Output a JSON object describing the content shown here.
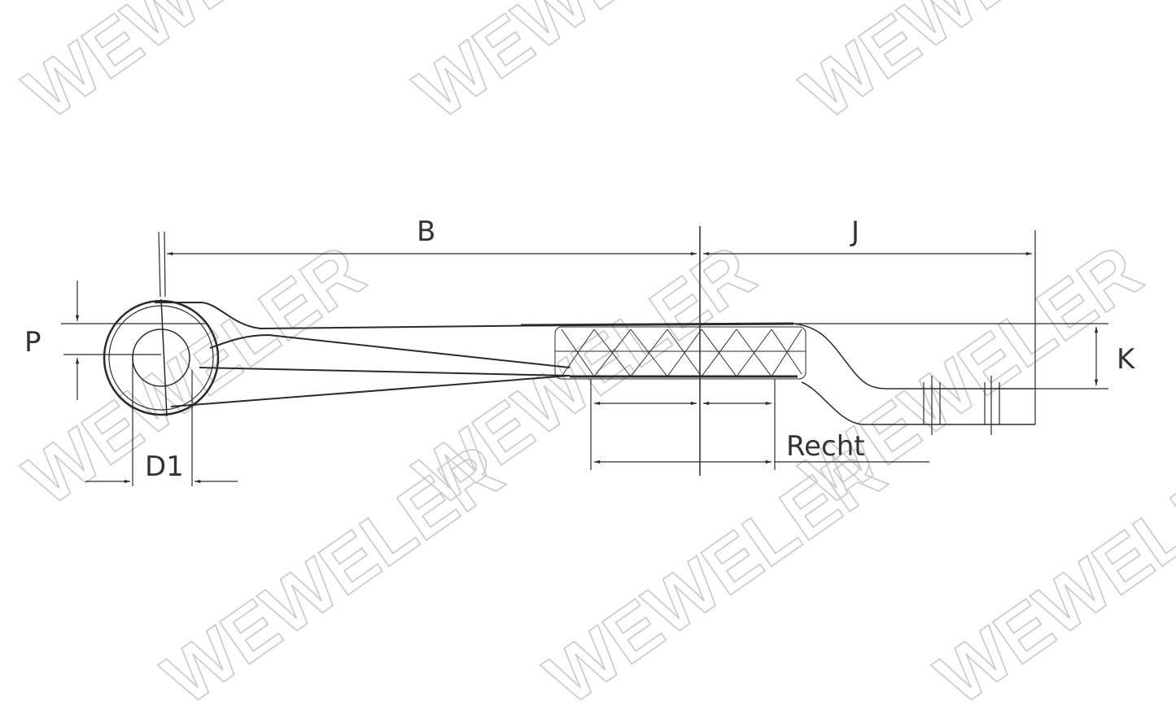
{
  "drawing": {
    "type": "technical-drawing",
    "subject": "leaf spring with eye (side view)",
    "watermark": "WEWELER",
    "dimension_labels": {
      "B": "B",
      "J": "J",
      "P": "P",
      "K": "K",
      "D1": "D1",
      "side": "Recht"
    },
    "colors": {
      "line": "#2a2a2a",
      "watermark": "#c8c8c8",
      "background": "#ffffff"
    }
  }
}
